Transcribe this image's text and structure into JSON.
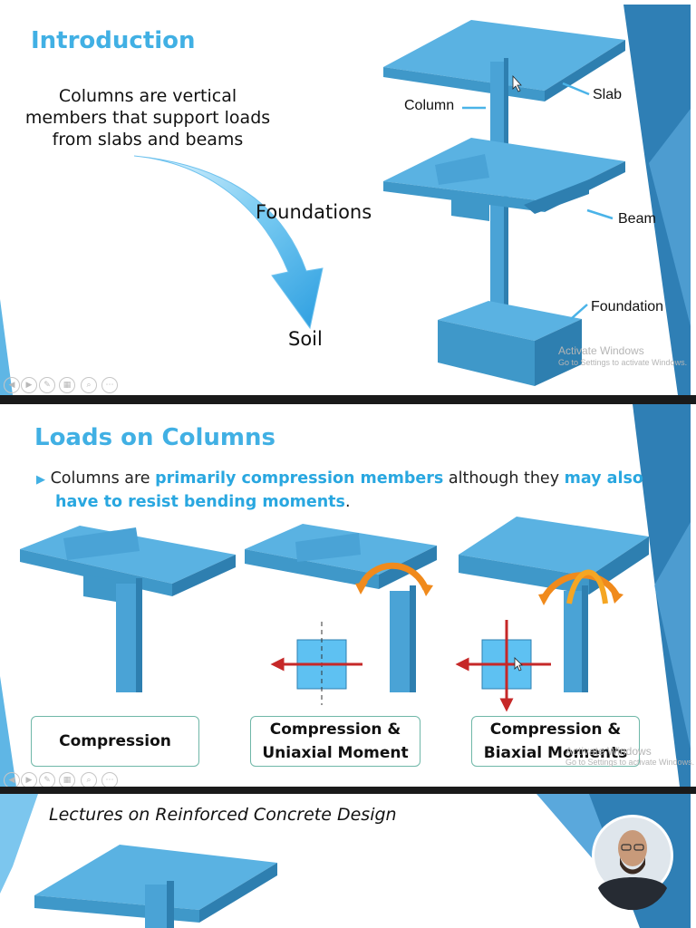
{
  "slide1": {
    "title": "Introduction",
    "intro_text": [
      "Columns are vertical",
      "members that support loads",
      "from slabs and beams"
    ],
    "flow": {
      "foundations": "Foundations",
      "soil": "Soil"
    },
    "labels": {
      "column": "Column",
      "slab": "Slab",
      "beam": "Beam",
      "foundation": "Foundation"
    },
    "watermark": {
      "line1": "Activate Windows",
      "line2": "Go to Settings to activate Windows."
    }
  },
  "slide2": {
    "title": "Loads on Columns",
    "bullet": {
      "p1": "Columns are ",
      "h1": "primarily compression members",
      "p2": " although they ",
      "h2": "may also",
      "h3": "have to resist bending moments",
      "p3": "."
    },
    "cases": [
      {
        "line1": "Compression",
        "line2": ""
      },
      {
        "line1": "Compression &",
        "line2": "Uniaxial Moment"
      },
      {
        "line1": "Compression &",
        "line2": "Biaxial Moments"
      }
    ],
    "watermark": {
      "line1": "Activate Windows",
      "line2": "Go to Settings to activate Windows."
    }
  },
  "slide3": {
    "title": "Lectures on Reinforced Concrete Design"
  },
  "colors": {
    "accent": "#41b0e4",
    "concrete_top": "#5ab2e2",
    "concrete_front": "#3f98c9",
    "concrete_side": "#2e7fb0",
    "moment_arrow": "#f08a1c",
    "force_arrow": "#c62828"
  }
}
